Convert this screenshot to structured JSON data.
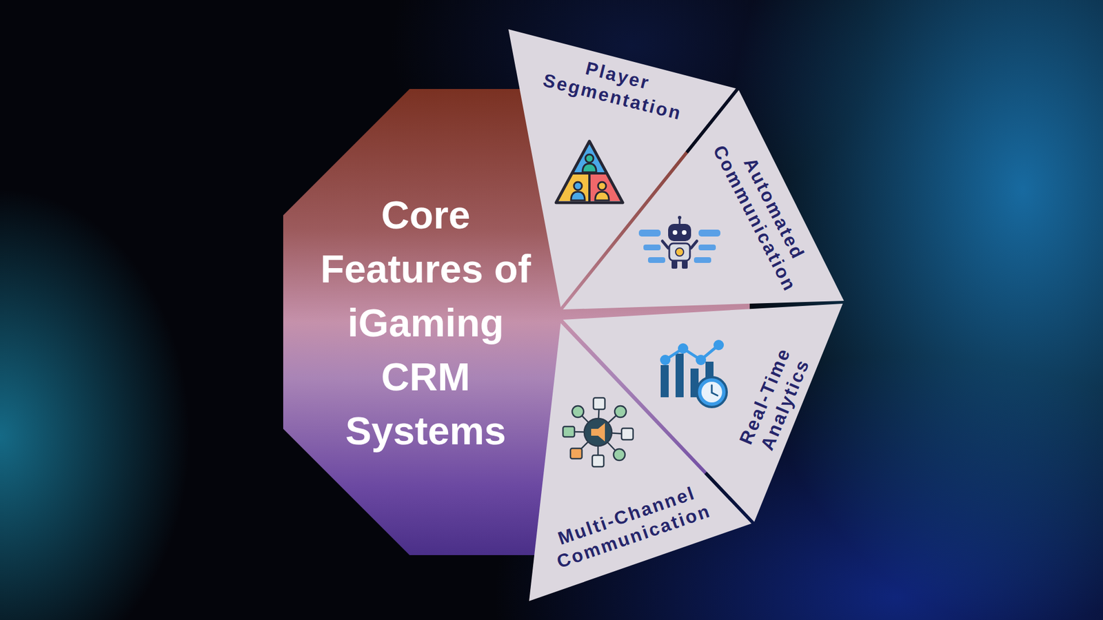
{
  "diagram": {
    "nodes": [
      {
        "text": [
          "Core Features of iGaming CRM Systems"
        ]
      },
      {
        "text": [
          "Player Segmentation"
        ]
      },
      {
        "text": [
          "Automated Communication"
        ]
      },
      {
        "text": [
          "Real-Time Analytics"
        ]
      },
      {
        "text": [
          "Multi-Channel Communication"
        ]
      }
    ]
  }
}
